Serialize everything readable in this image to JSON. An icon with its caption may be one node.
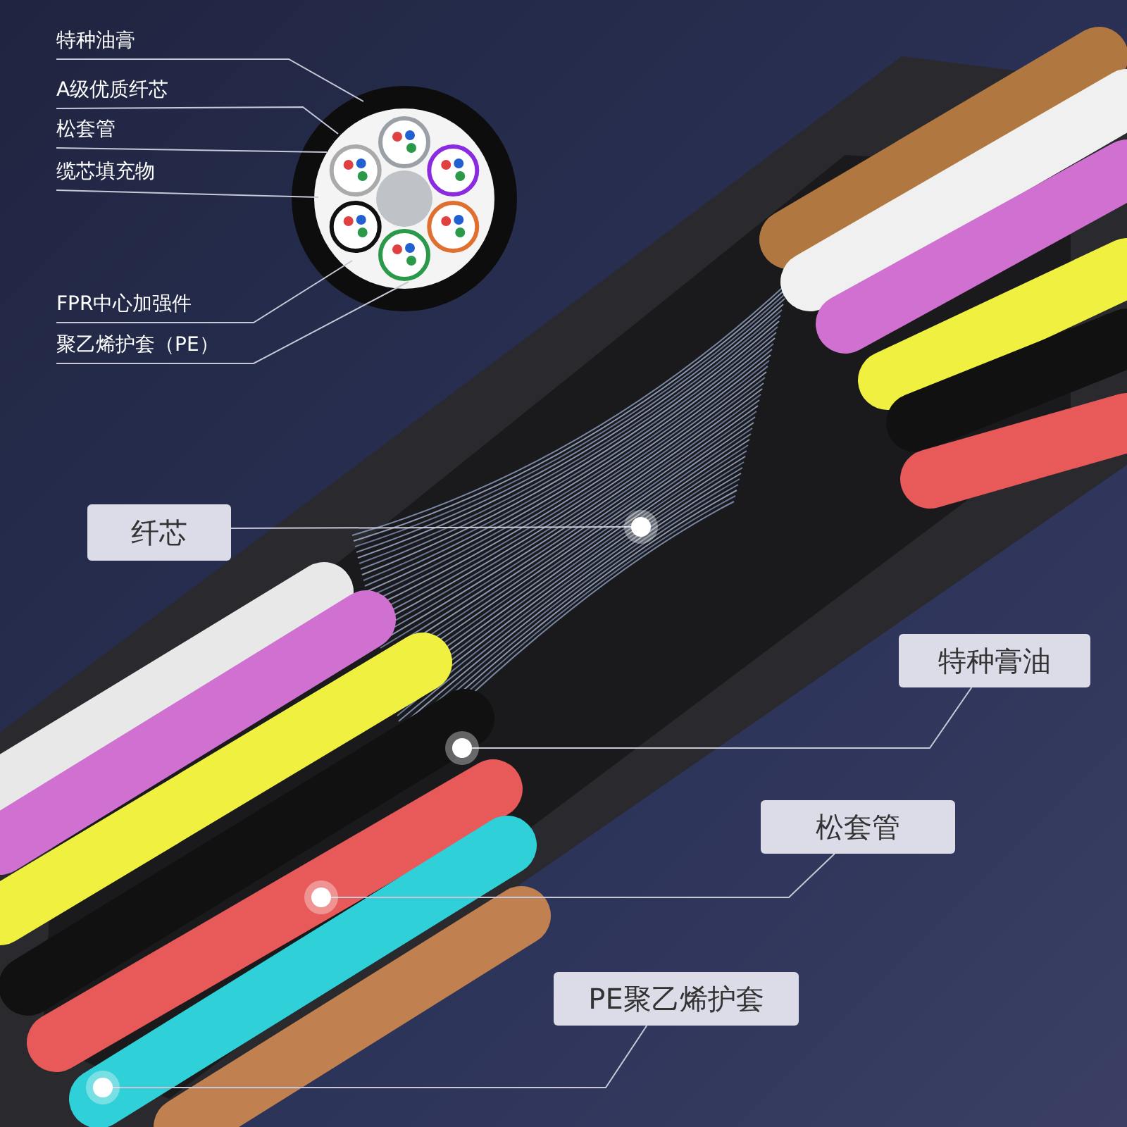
{
  "diagram": {
    "nodes": [
      {
        "text": [
          "特种油膏"
        ]
      },
      {
        "text": [
          "A级优质纤芯"
        ]
      },
      {
        "text": [
          "松套管"
        ]
      },
      {
        "text": [
          "缆芯填充物"
        ]
      },
      {
        "text": [
          "FPR中心加强件"
        ]
      },
      {
        "text": [
          "聚乙烯护套（PE）"
        ]
      },
      {
        "text": [
          "纤芯"
        ]
      },
      {
        "text": [],
        "shape": "circle"
      },
      {
        "text": [
          "特种膏油"
        ]
      },
      {
        "text": [],
        "shape": "circle"
      },
      {
        "text": [
          "松套管"
        ]
      },
      {
        "text": [],
        "shape": "circle"
      },
      {
        "text": [
          "PE聚乙烯护套"
        ]
      },
      {
        "text": [],
        "shape": "circle"
      }
    ],
    "edges": [
      {
        "from": 0,
        "to": null,
        "arrow": "none"
      },
      {
        "from": 1,
        "to": null,
        "arrow": "none"
      },
      {
        "from": 2,
        "to": null,
        "arrow": "none"
      },
      {
        "from": 3,
        "to": null,
        "arrow": "none"
      },
      {
        "from": 4,
        "to": null,
        "arrow": "none"
      },
      {
        "from": 5,
        "to": null,
        "arrow": "none"
      },
      {
        "from": 6,
        "to": 7,
        "arrow": "none"
      },
      {
        "from": 8,
        "to": 9,
        "arrow": "none"
      },
      {
        "from": 10,
        "to": 11,
        "arrow": "none"
      },
      {
        "from": 12,
        "to": 13,
        "arrow": "none"
      }
    ]
  }
}
